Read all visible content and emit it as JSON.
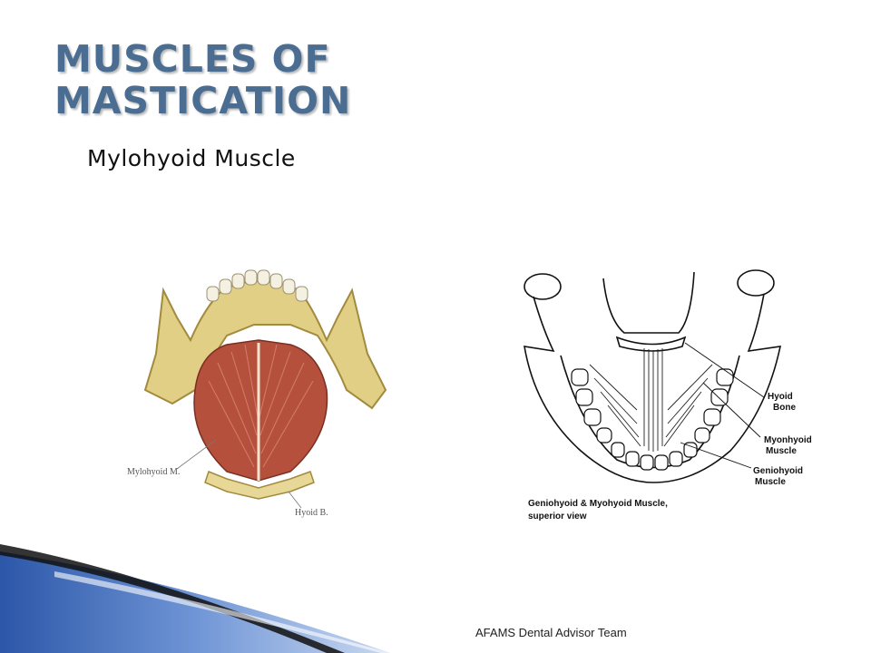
{
  "slide": {
    "title_line1": "MUSCLES OF",
    "title_line2": "MASTICATION",
    "subtitle": "Mylohyoid Muscle",
    "footer": "AFAMS Dental Advisor Team"
  },
  "left_figure": {
    "label_muscle": "Mylohyoid M.",
    "label_bone": "Hyoid B."
  },
  "right_figure": {
    "label_hyoid_line1": "Hyoid",
    "label_hyoid_line2": "Bone",
    "label_mylo_line1": "Myonhyoid",
    "label_mylo_line2": "Muscle",
    "label_genio_line1": "Geniohyoid",
    "label_genio_line2": "Muscle",
    "caption_line1": "Geniohyoid & Myohyoid Muscle,",
    "caption_line2": "superior view"
  },
  "colors": {
    "title": "#4a6d91",
    "bone": "#e2cf86",
    "muscle": "#b5503c",
    "swoosh": "#3a68b8"
  }
}
